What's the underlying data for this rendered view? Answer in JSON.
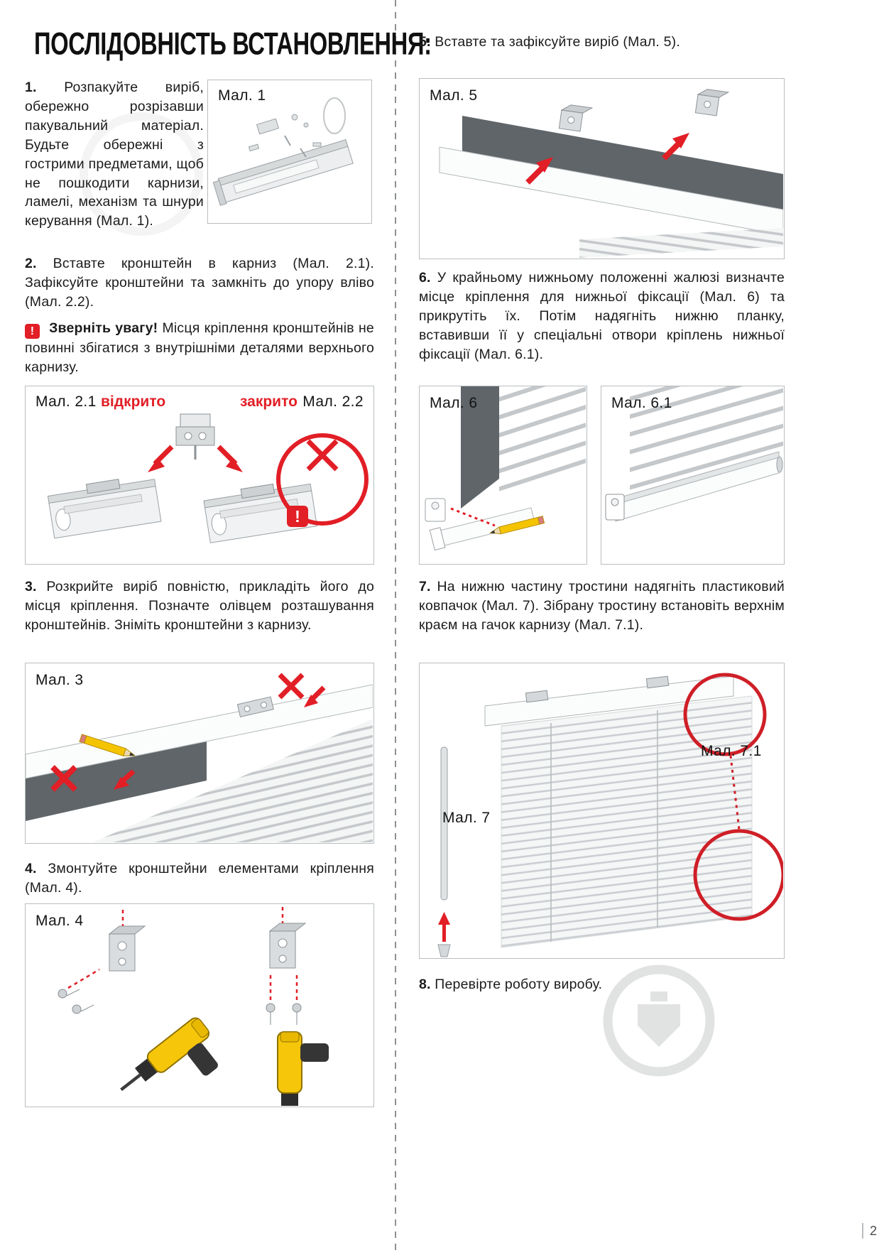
{
  "page": {
    "title": "ПОСЛІДОВНІСТЬ ВСТАНОВЛЕННЯ:",
    "number": "2"
  },
  "steps": {
    "s1": {
      "num": "1.",
      "text": "Розпакуйте виріб, обережно розрізавши пакувальний матеріал. Будьте обережні з гострими предметами, щоб не пошкодити карнизи, ламелі, механізм та шнури керування (Мал. 1)."
    },
    "s2": {
      "num": "2.",
      "text": "Вставте кронштейн в карниз (Мал. 2.1). Зафіксуйте кронштейни та замкніть до упору вліво (Мал. 2.2)."
    },
    "s2_warning": {
      "icon": "!",
      "title": "Зверніть увагу!",
      "text": "Місця кріплення кронштейнів не повинні збігатися з внутрішніми деталями верхнього карнизу."
    },
    "s3": {
      "num": "3.",
      "text": "Розкрийте виріб повністю, прикладіть його до місця кріплення. Позначте олівцем розташування кронштейнів. Зніміть кронштейни з карнизу."
    },
    "s4": {
      "num": "4.",
      "text": "Змонтуйте кронштейни елементами кріплення (Мал. 4)."
    },
    "s5": {
      "num": "5.",
      "text": "Вставте та зафіксуйте виріб (Мал. 5)."
    },
    "s6": {
      "num": "6.",
      "text": "У крайньому нижньому положенні жалюзі визначте місце кріплення для нижньої фіксації (Мал. 6) та прикрутіть їх. Потім надягніть нижню планку, вставивши її у спеціальні отвори кріплень нижньої фіксації (Мал. 6.1)."
    },
    "s7": {
      "num": "7.",
      "text": "На нижню частину тростини надягніть пластиковий ковпачок (Мал. 7). Зібрану тростину встановіть верхнім краєм на гачок карнизу (Мал. 7.1)."
    },
    "s8": {
      "num": "8.",
      "text": "Перевірте роботу виробу."
    }
  },
  "figures": {
    "f1": "Мал. 1",
    "f21": "Мал. 2.1",
    "f22": "Мал. 2.2",
    "f3": "Мал. 3",
    "f4": "Мал. 4",
    "f5": "Мал. 5",
    "f6": "Мал. 6",
    "f61": "Мал. 6.1",
    "f7": "Мал. 7",
    "f71": "Мал. 7.1",
    "open_label": "відкрито",
    "closed_label": "закрито",
    "warn_mark": "!"
  },
  "colors": {
    "accent_red": "#e21e26",
    "dark_panel": "#5f6569"
  }
}
